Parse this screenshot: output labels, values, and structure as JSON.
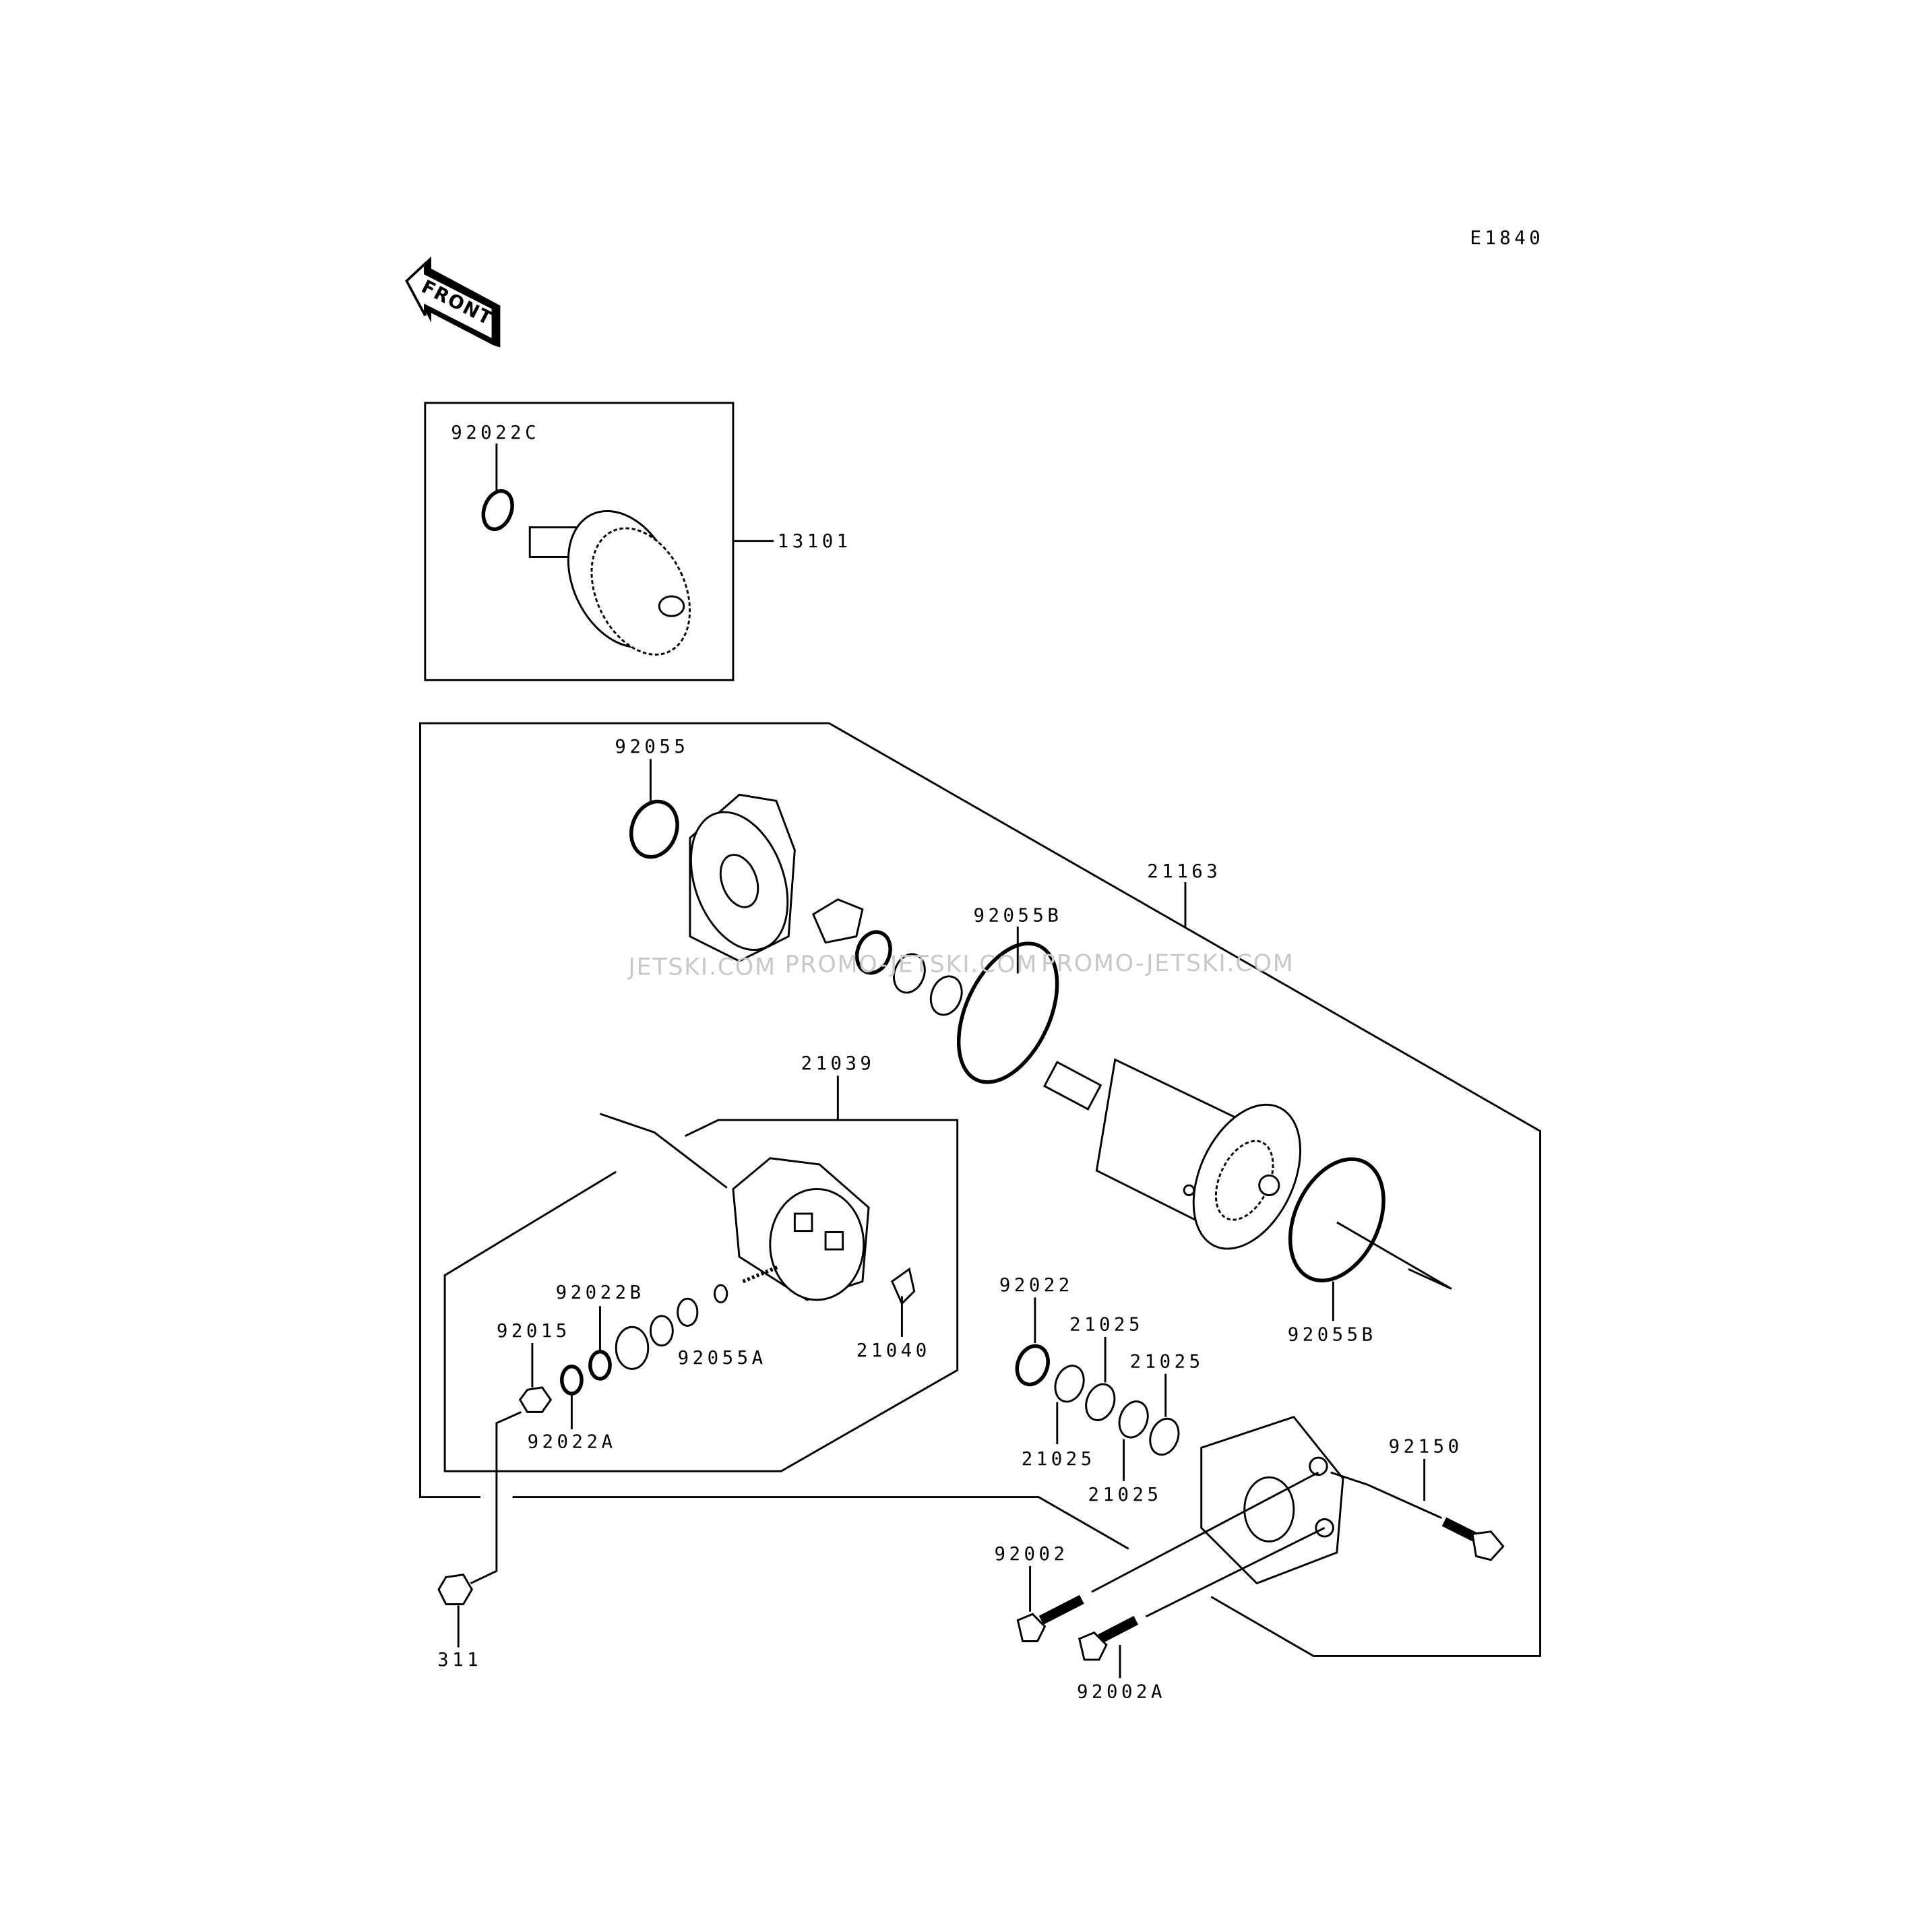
{
  "diagram": {
    "code": "E1840",
    "front_arrow": "FRONT",
    "watermarks": [
      "JETSKI.COM",
      "PROMO-JETSKI.COM",
      "PROMO-JETSKI.COM"
    ],
    "labels": {
      "p92022C": "92022C",
      "p13101": "13101",
      "p92055": "92055",
      "p21163": "21163",
      "p92055B_top": "92055B",
      "p21039": "21039",
      "p92022B": "92022B",
      "p92022": "92022",
      "p21025_a": "21025",
      "p21025_b": "21025",
      "p92015": "92015",
      "p92055A": "92055A",
      "p21040": "21040",
      "p92055B_bottom": "92055B",
      "p92022A": "92022A",
      "p21025_c": "21025",
      "p21025_d": "21025",
      "p92150": "92150",
      "p92002": "92002",
      "p311": "311",
      "p92002A": "92002A"
    }
  }
}
